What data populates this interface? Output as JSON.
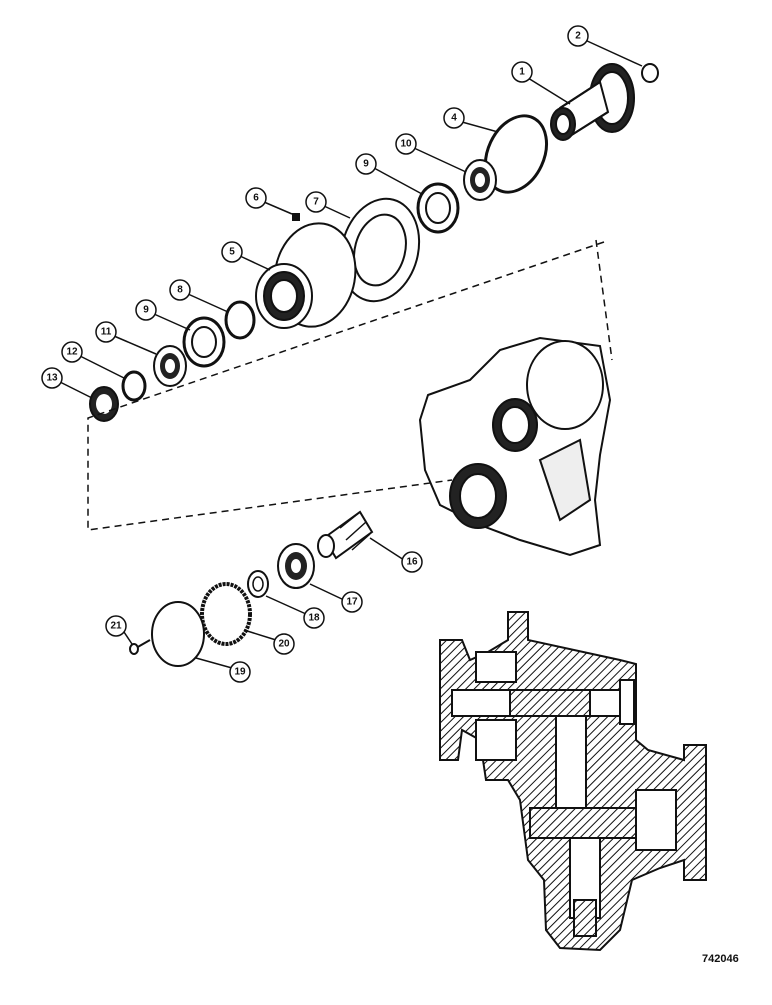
{
  "figure_number": "742046",
  "callouts": [
    {
      "id": "callout-1",
      "label": "1"
    },
    {
      "id": "callout-2",
      "label": "2"
    },
    {
      "id": "callout-4",
      "label": "4"
    },
    {
      "id": "callout-10a",
      "label": "10"
    },
    {
      "id": "callout-9a",
      "label": "9"
    },
    {
      "id": "callout-6",
      "label": "6"
    },
    {
      "id": "callout-7",
      "label": "7"
    },
    {
      "id": "callout-5",
      "label": "5"
    },
    {
      "id": "callout-8",
      "label": "8"
    },
    {
      "id": "callout-9b",
      "label": "9"
    },
    {
      "id": "callout-11",
      "label": "11"
    },
    {
      "id": "callout-12",
      "label": "12"
    },
    {
      "id": "callout-13",
      "label": "13"
    },
    {
      "id": "callout-16",
      "label": "16"
    },
    {
      "id": "callout-17",
      "label": "17"
    },
    {
      "id": "callout-18",
      "label": "18"
    },
    {
      "id": "callout-20",
      "label": "20"
    },
    {
      "id": "callout-19",
      "label": "19"
    },
    {
      "id": "callout-21",
      "label": "21"
    }
  ]
}
